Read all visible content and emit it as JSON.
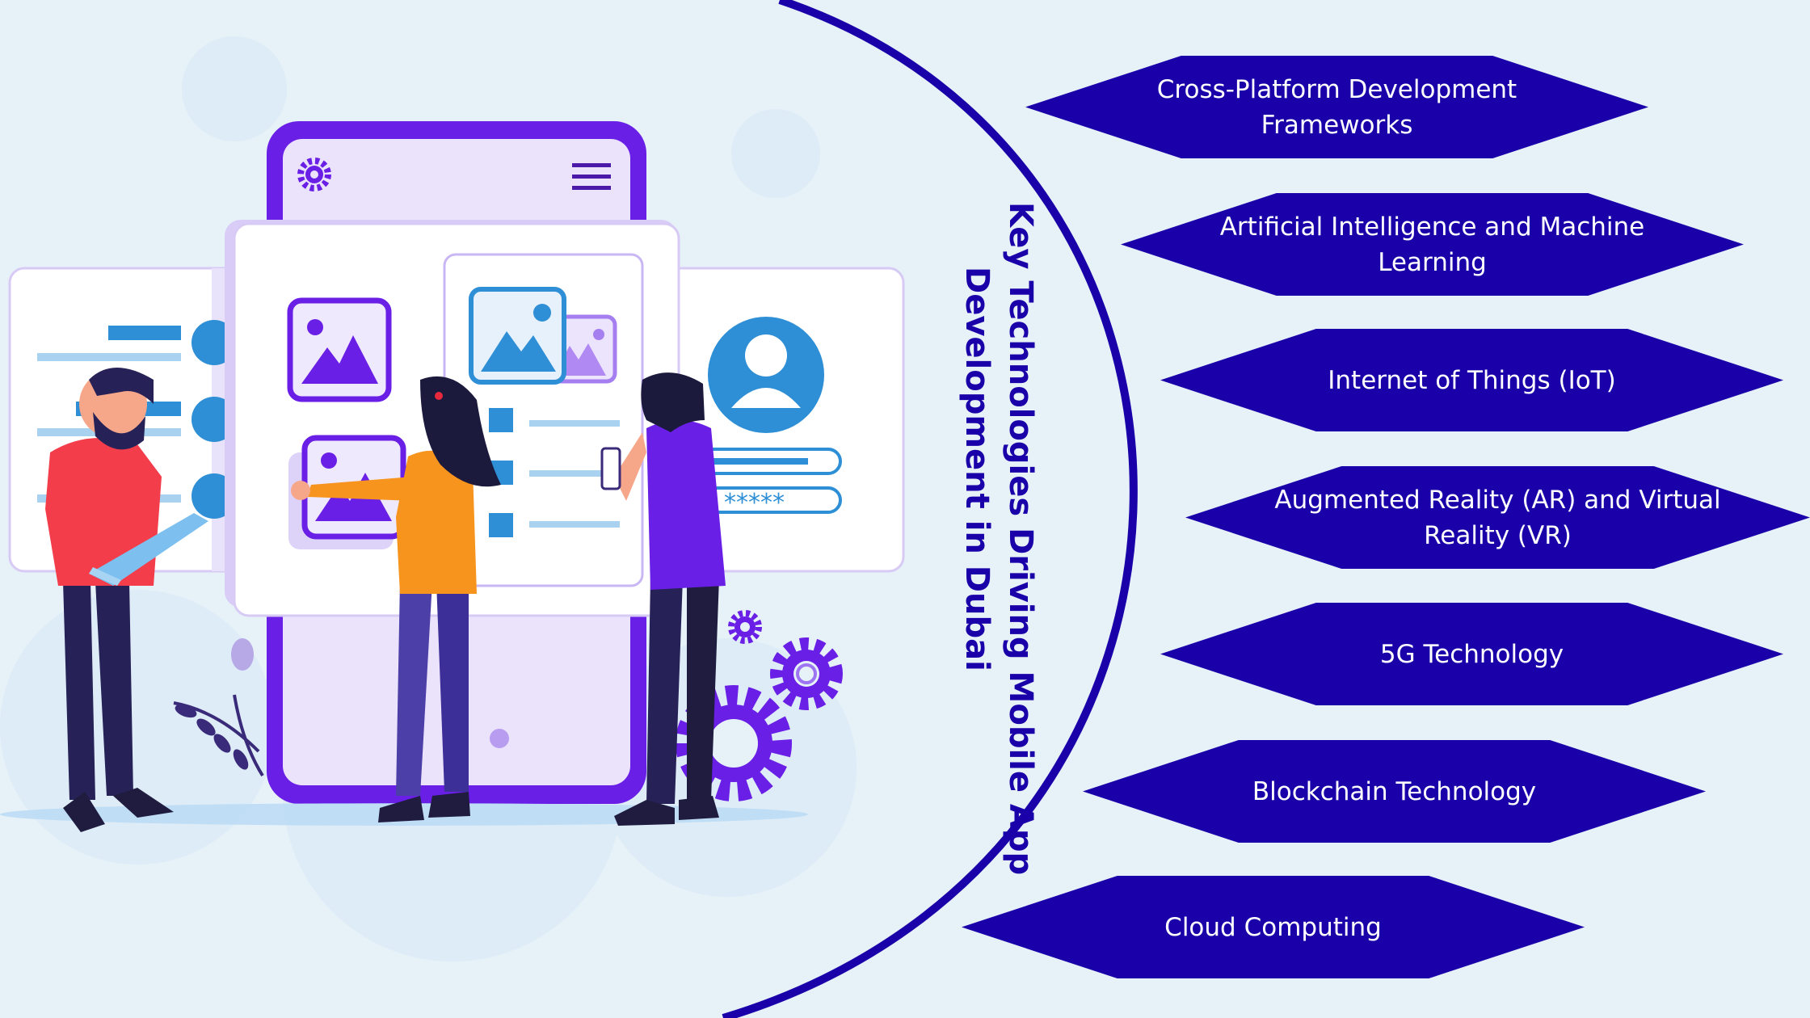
{
  "title": {
    "line1": "Key Technologies Driving Mobile App",
    "line2": "Development in Dubai"
  },
  "technologies": [
    {
      "label": "Cross-Platform Development Frameworks"
    },
    {
      "label": "Artificial Intelligence and Machine Learning"
    },
    {
      "label": "Internet of Things (IoT)"
    },
    {
      "label": "Augmented Reality (AR) and Virtual Reality (VR)"
    },
    {
      "label": "5G Technology"
    },
    {
      "label": "Blockchain Technology"
    },
    {
      "label": "Cloud Computing"
    }
  ],
  "illustration": {
    "description": "Team of three people designing a mobile app interface",
    "password_mask": "*****"
  },
  "colors": {
    "accent": "#1a00a8",
    "background": "#e6f1f8",
    "phone_purple": "#6a1fe6",
    "ui_blue": "#2e8fd6"
  }
}
